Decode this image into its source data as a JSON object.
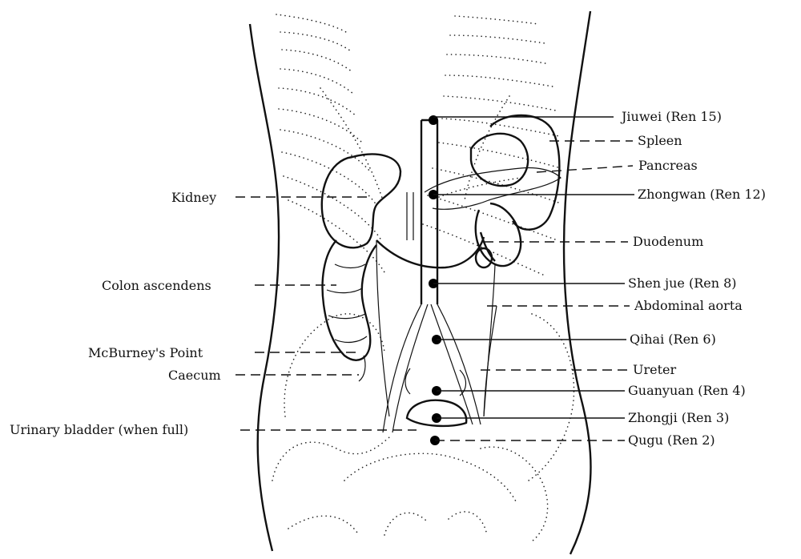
{
  "labels": {
    "left": {
      "kidney": "Kidney",
      "colon": "Colon ascendens",
      "mcburney": "McBurney's Point",
      "caecum": "Caecum",
      "bladder": "Urinary bladder (when full)"
    },
    "right": {
      "jiuwei": "Jiuwei (Ren 15)",
      "spleen": "Spleen",
      "pancreas": "Pancreas",
      "zhongwan": "Zhongwan (Ren 12)",
      "duodenum": "Duodenum",
      "shenjue": "Shen jue (Ren 8)",
      "aorta": "Abdominal aorta",
      "qihai": "Qihai (Ren 6)",
      "ureter": "Ureter",
      "guanyuan": "Guanyuan (Ren 4)",
      "zhongji": "Zhongji (Ren 3)",
      "qugu": "Qugu (Ren 2)"
    }
  }
}
